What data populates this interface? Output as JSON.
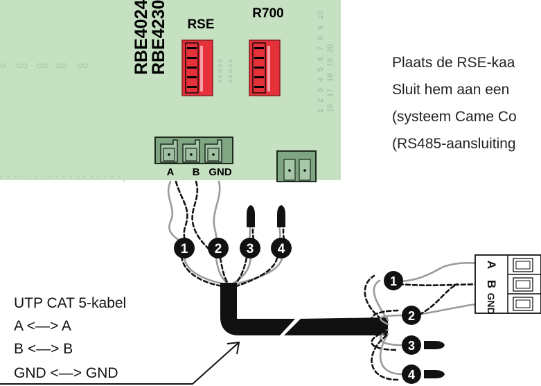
{
  "board": {
    "model_line1": "RBE4024",
    "model_line2": "RBE4230",
    "rse_label": "RSE",
    "r700_label": "R700",
    "terminal_labels": [
      "A",
      "B",
      "GND"
    ],
    "right_edge_numbers": [
      "10",
      "9",
      "8",
      "7",
      "6",
      "5",
      "4",
      "3",
      "2",
      "1",
      "20",
      "19",
      "18",
      "17",
      "16"
    ]
  },
  "instructions": {
    "line1": "Plaats de RSE-kaa",
    "line2": "Sluit hem aan een",
    "line3": "(systeem Came Co",
    "line4": "(RS485-aansluiting"
  },
  "wire_numbers": [
    "1",
    "2",
    "3",
    "4"
  ],
  "remote_terminal_labels": [
    "A",
    "B",
    "GND"
  ],
  "legend": {
    "title": "UTP CAT 5-kabel",
    "row_a": "A <—> A",
    "row_b": "B <—> B",
    "row_gnd": "GND <—> GND"
  },
  "colors": {
    "board_green": "#c5e1c2",
    "connector_green": "#7fa583",
    "relay_red": "#e5323a",
    "wire_grey": "#9a9a9a",
    "cable_black": "#111111"
  }
}
